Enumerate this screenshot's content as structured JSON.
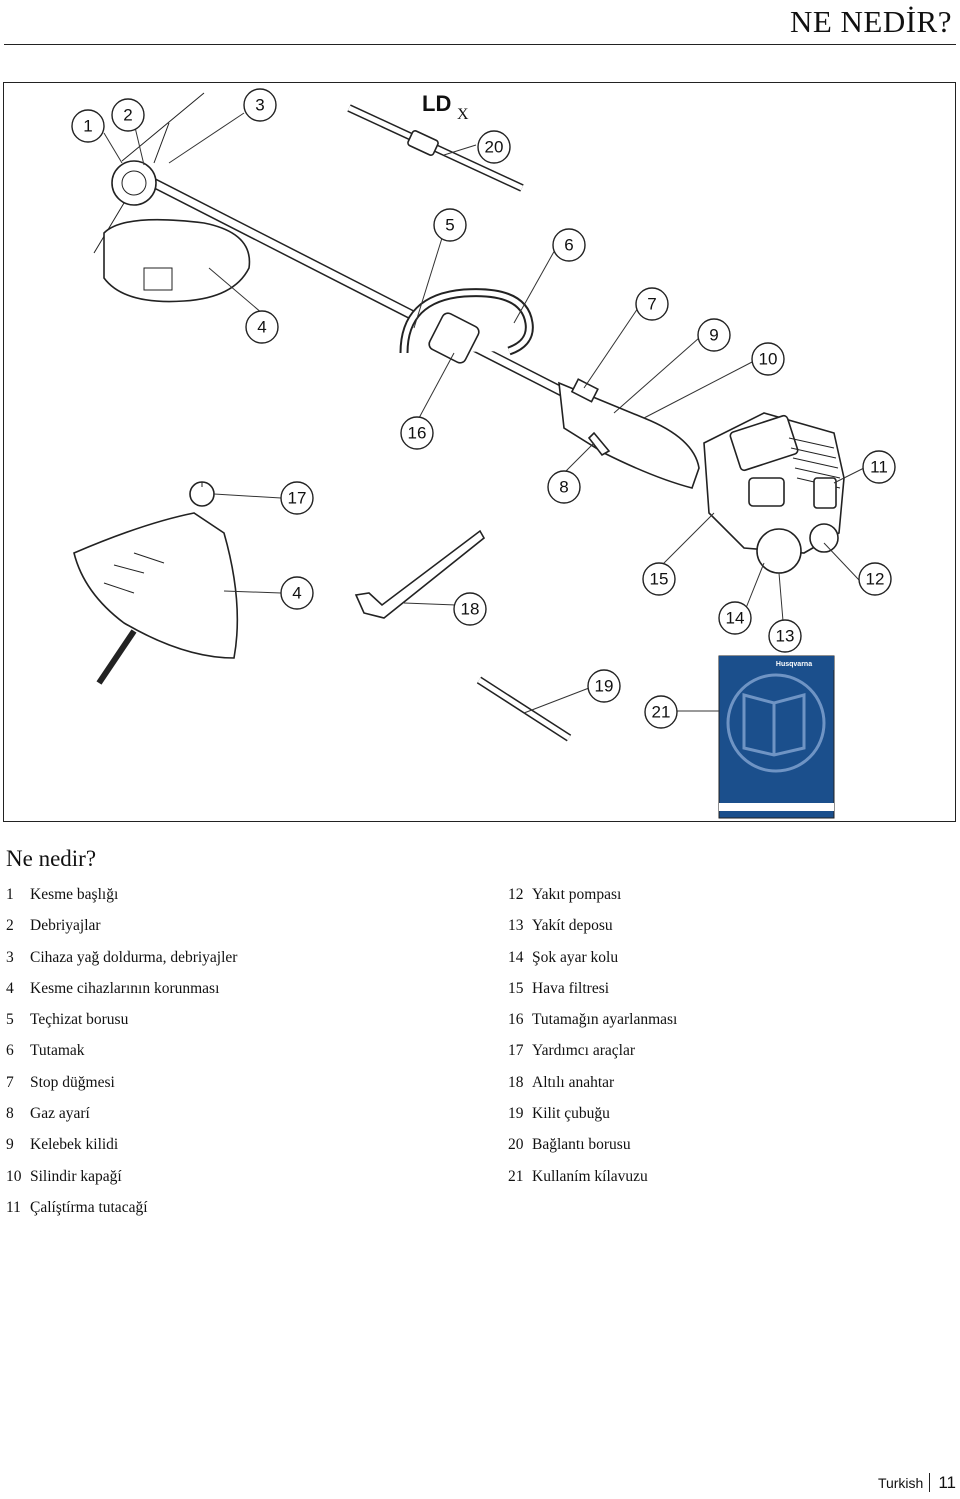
{
  "header": {
    "title": "NE NEDİR?"
  },
  "figure": {
    "model_label": "LD",
    "model_suffix": "X",
    "manual_brand": "Husqvarna",
    "callouts": [
      "1",
      "2",
      "3",
      "4",
      "5",
      "6",
      "7",
      "8",
      "9",
      "10",
      "11",
      "12",
      "13",
      "14",
      "15",
      "16",
      "17",
      "18",
      "19",
      "20",
      "21"
    ]
  },
  "section": {
    "heading": "Ne nedir?"
  },
  "legend": {
    "left": [
      {
        "num": "1",
        "label": "Kesme başlığı"
      },
      {
        "num": "2",
        "label": "Debriyajlar"
      },
      {
        "num": "3",
        "label": "Cihaza yağ doldurma, debriyajler"
      },
      {
        "num": "4",
        "label": "Kesme cihazlarının korunması"
      },
      {
        "num": "5",
        "label": "Teçhizat borusu"
      },
      {
        "num": "6",
        "label": "Tutamak"
      },
      {
        "num": "7",
        "label": "Stop düğmesi"
      },
      {
        "num": "8",
        "label": "Gaz ayarí"
      },
      {
        "num": "9",
        "label": "Kelebek kilidi"
      },
      {
        "num": "10",
        "label": "Silindir kapağí"
      },
      {
        "num": "11",
        "label": "Çalíştírma tutacağí"
      }
    ],
    "right": [
      {
        "num": "12",
        "label": "Yakıt pompası"
      },
      {
        "num": "13",
        "label": "Yakít deposu"
      },
      {
        "num": "14",
        "label": "Şok ayar kolu"
      },
      {
        "num": "15",
        "label": "Hava filtresi"
      },
      {
        "num": "16",
        "label": "Tutamağın ayarlanması"
      },
      {
        "num": "17",
        "label": "Yardımcı araçlar"
      },
      {
        "num": "18",
        "label": "Altılı anahtar"
      },
      {
        "num": "19",
        "label": "Kilit çubuğu"
      },
      {
        "num": "20",
        "label": "Bağlantı borusu"
      },
      {
        "num": "21",
        "label": "Kullaním kílavuzu"
      }
    ]
  },
  "footer": {
    "language": "Turkish",
    "page_number": "11"
  },
  "colors": {
    "manual_cover": "#1b4f8c",
    "ink": "#222222"
  }
}
